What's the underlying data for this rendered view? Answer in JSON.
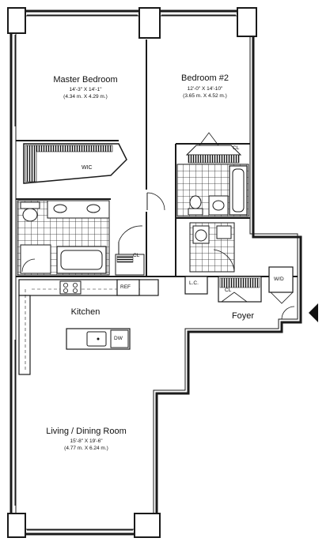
{
  "rooms": {
    "master_bedroom": {
      "name": "Master Bedroom",
      "dim_imperial": "14'-3\" X 14'-1\"",
      "dim_metric": "(4.34 m. X 4.29 m.)"
    },
    "bedroom_2": {
      "name": "Bedroom #2",
      "dim_imperial": "12'-0\" X 14'-10\"",
      "dim_metric": "(3.65 m. X 4.52 m.)"
    },
    "kitchen": {
      "name": "Kitchen"
    },
    "foyer": {
      "name": "Foyer"
    },
    "living_dining": {
      "name": "Living / Dining Room",
      "dim_imperial": "15'-8\" X 19'-6\"",
      "dim_metric": "(4.77 m. X 6.24 m.)"
    }
  },
  "fixtures": {
    "wic": "WIC",
    "cl_bedroom2": "CL",
    "cl_master_bath": "CL",
    "cl_foyer": "CL",
    "lc": "L.C.",
    "wd": "W/D",
    "ref": "REF",
    "dw": "DW"
  },
  "entry_marker": "entry-arrow-icon",
  "colors": {
    "walls": "#1a1a1a",
    "background": "#ffffff",
    "tile": "#222222"
  }
}
